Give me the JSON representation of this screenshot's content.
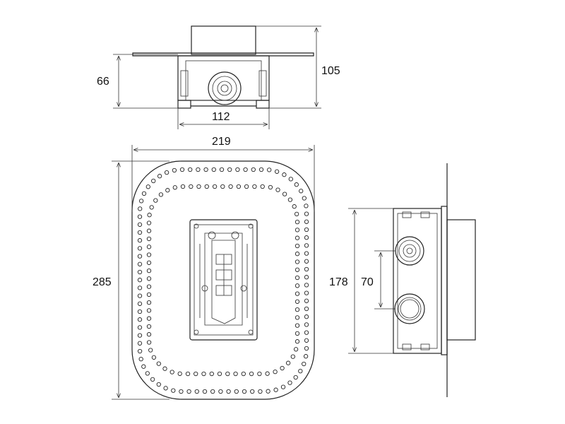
{
  "dimensions": {
    "top_height_total": "105",
    "top_height_body": "66",
    "top_width_base": "112",
    "front_width": "219",
    "front_height": "285",
    "side_height": "178",
    "side_spacing": "70"
  },
  "colors": {
    "line": "#222222",
    "background": "#ffffff"
  }
}
